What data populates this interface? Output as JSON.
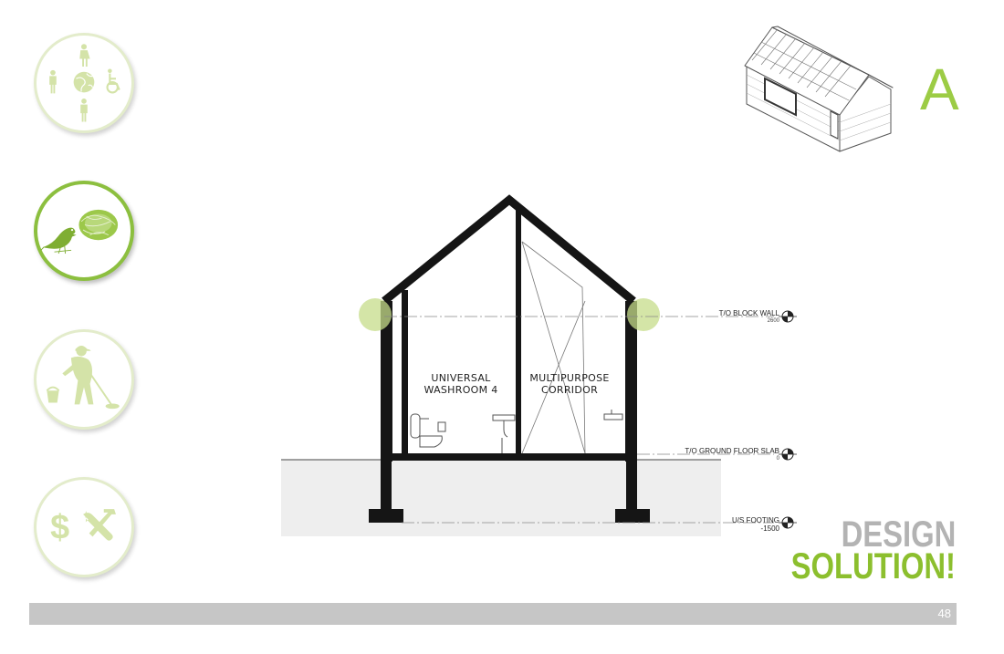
{
  "rooms": {
    "washroom": {
      "line1": "UNIVERSAL",
      "line2": "WASHROOM 4"
    },
    "corridor": {
      "line1": "MULTIPURPOSE",
      "line2": "CORRIDOR"
    }
  },
  "levels": {
    "block_wall": {
      "label": "T/O BLOCK WALL",
      "value": "2600"
    },
    "ground_slab": {
      "label": "T/O GROUND FLOOR SLAB",
      "value": "0"
    },
    "footing": {
      "label": "U/S FOOTING",
      "value": "-1500"
    }
  },
  "option_letter": "A",
  "title": {
    "line1": "DESIGN",
    "line2": "SOLUTION!"
  },
  "footer": {
    "page_number": "48"
  },
  "icons": {
    "badge1": "accessibility-people-globe-icon",
    "badge2": "bird-nest-icon",
    "badge3": "janitor-mopping-icon",
    "badge4": "cost-tools-icon"
  },
  "colors": {
    "accent_green": "#8cbf2e",
    "light_green": "#d8e6b0",
    "title_gray": "#b3b3b3",
    "footer_gray": "#c6c6c6"
  }
}
